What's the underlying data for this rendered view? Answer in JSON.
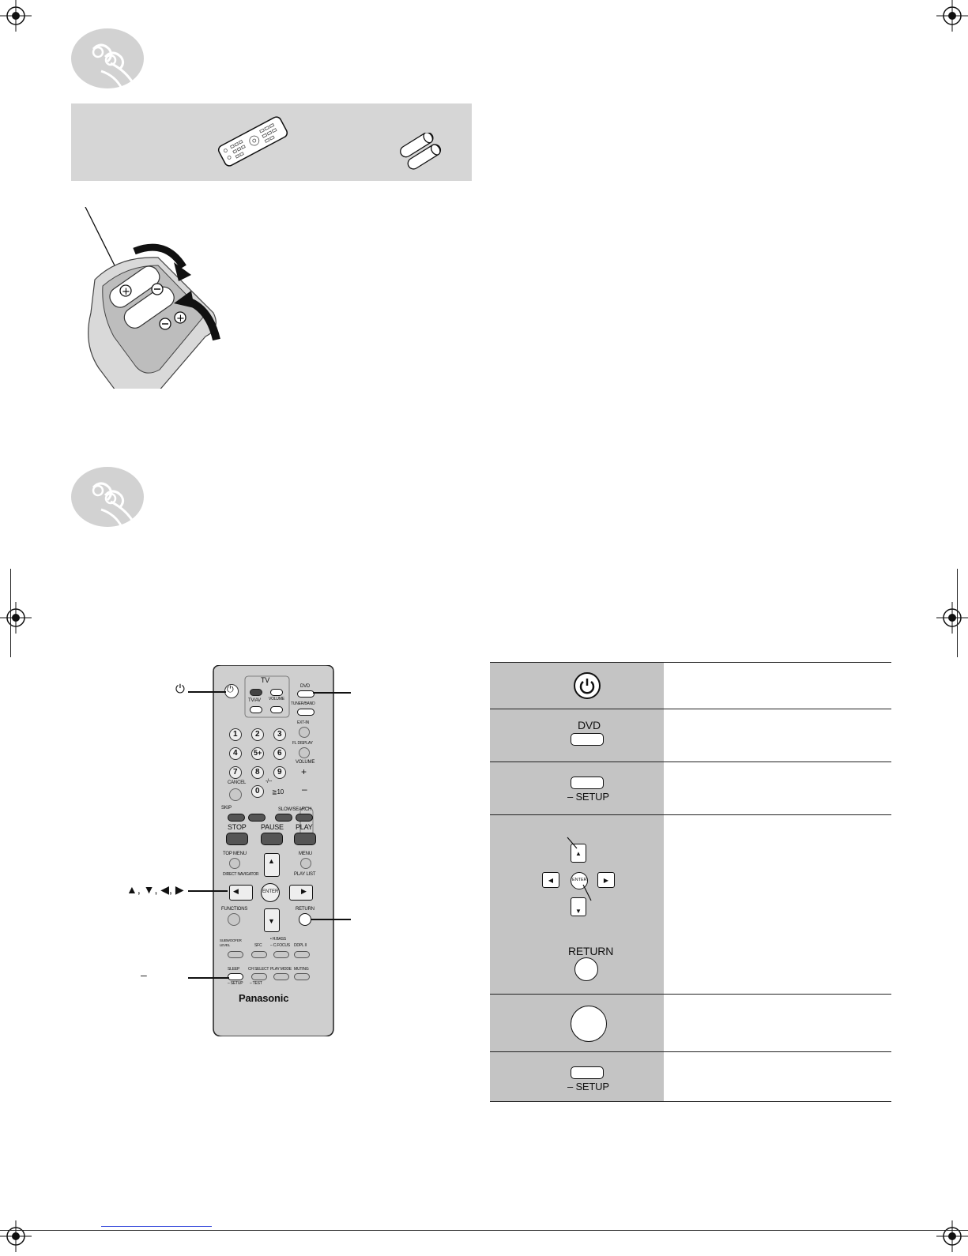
{
  "remote_labels": {
    "power_symbol": "⏻",
    "arrows": "▲, ▼, ◀, ▶",
    "setup_dash": "–"
  },
  "remote_buttons": {
    "tv": "TV",
    "tvav": "TV/AV",
    "volume_small": "VOLUME",
    "dvd": "DVD",
    "tuner_band": "TUNER/BAND",
    "ext_in": "EXT-IN",
    "fl_display": "FL DISPLAY",
    "numbers": [
      "1",
      "2",
      "3",
      "4",
      "5",
      "6",
      "7",
      "8",
      "9"
    ],
    "five_plus": "5+",
    "zero": "0",
    "dash_dash": "-/--",
    "ge10": "≧10",
    "cancel": "CANCEL",
    "volume": "VOLUME",
    "skip": "SKIP",
    "slow_search": "SLOW/SEARCH",
    "stop": "STOP",
    "pause": "PAUSE",
    "play": "PLAY",
    "top_menu": "TOP MENU",
    "menu": "MENU",
    "direct_navigator": "DIRECT NAVIGATOR",
    "play_list": "PLAY LIST",
    "enter": "ENTER",
    "functions": "FUNCTIONS",
    "return": "RETURN",
    "subwoofer_level": "SUBWOOFER LEVEL",
    "sfc": "SFC",
    "h_bass": "• H.BASS",
    "c_focus": "– C.FOCUS",
    "dolby_pl": "DDPL II",
    "sleep": "SLEEP",
    "setup": "– SETUP",
    "ch_select": "CH SELECT",
    "test": "– TEST",
    "play_mode": "PLAY MODE",
    "muting": "MUTING",
    "brand": "Panasonic"
  },
  "panel": {
    "dvd_label": "DVD",
    "setup_label": "– SETUP",
    "enter_label": "ENTER",
    "return_label": "RETURN"
  },
  "colors": {
    "gray_bar": "#d6d6d6",
    "panel_gray": "#c4c4c4",
    "remote_body": "#cfcfcf",
    "link_blue": "#2b3fd9"
  }
}
